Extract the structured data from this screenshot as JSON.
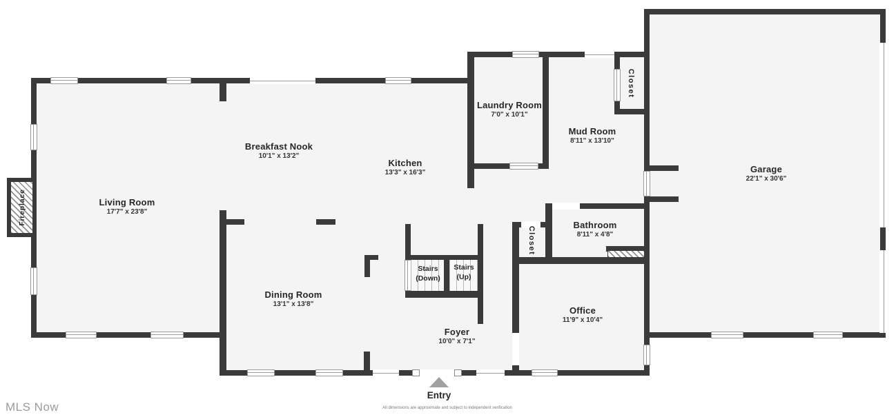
{
  "watermark": "MLS Now",
  "disclaimer": "All dimensions are approximate and subject to independent verification",
  "entry": {
    "label": "Entry"
  },
  "rooms": {
    "living": {
      "name": "Living Room",
      "dims": "17'7\" x 23'8\""
    },
    "breakfast": {
      "name": "Breakfast Nook",
      "dims": "10'1\" x 13'2\""
    },
    "kitchen": {
      "name": "Kitchen",
      "dims": "13'3\" x 16'3\""
    },
    "laundry": {
      "name": "Laundry Room",
      "dims": "7'0\" x 10'1\""
    },
    "mud": {
      "name": "Mud Room",
      "dims": "8'11\" x 13'10\""
    },
    "garage": {
      "name": "Garage",
      "dims": "22'1\" x 30'6\""
    },
    "bathroom": {
      "name": "Bathroom",
      "dims": "8'11\" x 4'8\""
    },
    "office": {
      "name": "Office",
      "dims": "11'9\" x 10'4\""
    },
    "dining": {
      "name": "Dining Room",
      "dims": "13'1\" x 13'8\""
    },
    "foyer": {
      "name": "Foyer",
      "dims": "10'0\" x 7'1\""
    }
  },
  "stairs": {
    "down": {
      "line1": "Stairs",
      "line2": "(Down)"
    },
    "up": {
      "line1": "Stairs",
      "line2": "(Up)"
    }
  },
  "closets": {
    "mudroom": "Closet",
    "hall": "Closet"
  },
  "fireplace": {
    "label": "Fireplace"
  },
  "icons": {
    "entry_arrow": "up-triangle-icon"
  },
  "colors": {
    "wall": "#3a3a3a",
    "floor": "#f4f4f4",
    "window_line": "#9a9a9a",
    "entry_arrow": "#a0a0a0",
    "watermark": "#9c9c9c"
  }
}
